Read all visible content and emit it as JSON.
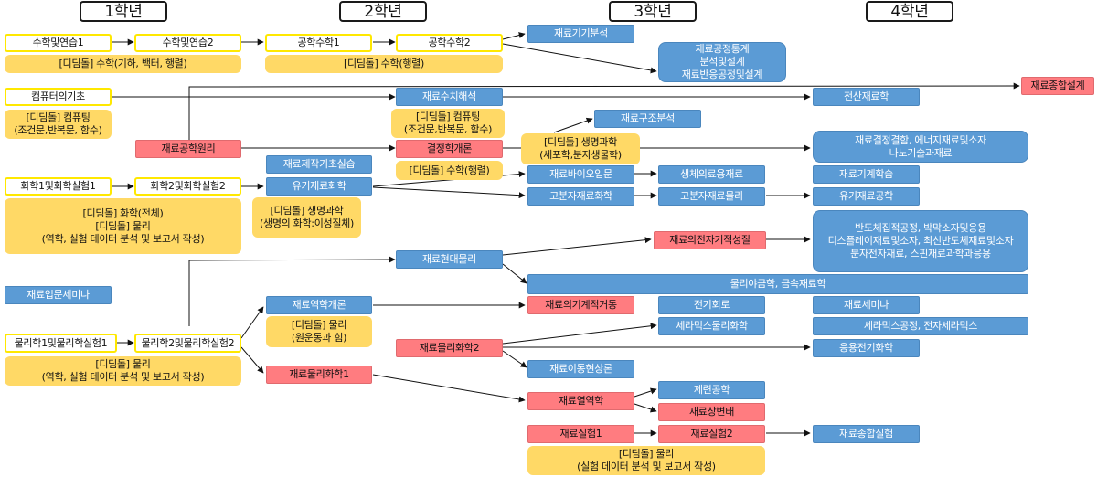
{
  "years": [
    "1학년",
    "2학년",
    "3학년",
    "4학년"
  ],
  "courses": {
    "math_practice_1": "수학및연습1",
    "math_practice_2": "수학및연습2",
    "eng_math_1": "공학수학1",
    "eng_math_2": "공학수학2",
    "materials_analysis": "재료기기분석",
    "process_stats": "재료공정통계\n분석및설계\n재료반응공정및설계",
    "computer_basics": "컴퓨터의기초",
    "numerical_analysis": "재료수치해석",
    "computational_materials": "전산재료학",
    "capstone_design": "재료종합설계",
    "materials_principles": "재료공학원리",
    "crystallography": "결정학개론",
    "structure_analysis": "재료구조분석",
    "defects_nano": "재료결정결함, 에너지재료및소자\n나노기술과재료",
    "fabrication_practice": "재료제작기초실습",
    "chem_lab_1": "화학1및화학실험1",
    "chem_lab_2": "화학2및화학실험2",
    "organic_materials": "유기재료화학",
    "bio_intro": "재료바이오입문",
    "biomedical": "생체의료용재료",
    "mechanical_learning": "재료기계학습",
    "polymer_chem": "고분자재료화학",
    "polymer_phys": "고분자재료물리",
    "organic_engineering": "유기재료공학",
    "electronic_properties": "재료의전자기적성질",
    "semiconductor_group": "반도체집적공정, 박막소자및응용\n디스플레이재료및소자, 최신반도체재료및소자\n분자전자재료, 스핀재료과학과응용",
    "modern_physics": "재료현대물리",
    "physical_metallurgy": "물리야금학, 금속재료학",
    "intro_seminar": "재료입문세미나",
    "thermo_intro": "재료역학개론",
    "mech_behavior": "재료의기계적거동",
    "electric_circuits": "전기회로",
    "seminar": "재료세미나",
    "phys_lab_1": "물리학1및물리학실험1",
    "phys_lab_2": "물리학2및물리학실험2",
    "ceramic_physchem": "세라믹스물리화학",
    "ceramic_process": "세라믹스공정, 전자세라믹스",
    "materials_physchem": "재료물리화학2",
    "applied_electrochem": "응용전기화학",
    "materials_physchem_1": "재료물리화학1",
    "transport": "재료이동현상론",
    "thermodynamics": "재료열역학",
    "smelting": "제련공학",
    "phase_transformation": "재료상변태",
    "lab_1": "재료실험1",
    "lab_2": "재료실험2",
    "integrated_lab": "재료종합실험"
  },
  "notes": {
    "math_geometry": "[디딤돌] 수학(기하, 백터, 행렬)",
    "math_matrix_2": "[디딤돌] 수학(행렬)",
    "computing_1": "[디딤돌] 컴퓨팅\n(조건문,반복문, 함수)",
    "computing_2": "[디딤돌] 컴퓨팅\n(조건문,반복문, 함수)",
    "life_science_3": "[디딤돌] 생명과학\n(세포학,분자생물학)",
    "math_matrix_3": "[디딤돌] 수학(행렬)",
    "chem_phys_1": "[디딤돌] 화학(전체)\n[디딤돌] 물리\n(역학, 실험 데이터 분석 및 보고서 작성)",
    "life_science_2": "[디딤돌] 생명과학\n(생명의 화학:이성질체)",
    "phys_report_1": "[디딤돌] 물리\n(역학, 실험 데이터 분석 및 보고서 작성)",
    "phys_circular": "[디딤돌] 물리\n(원운동과 힘)",
    "phys_lab_report_3": "[디딤돌] 물리\n(실험 데이터 분석 및 보고서 작성)"
  },
  "colors": {
    "year_border": "#1a1a1a",
    "course_year1_border": "#ffe800",
    "note_fill": "#ffd966",
    "course_blue": "#5b9bd5",
    "course_red": "#ff7c80",
    "arrow": "#111111"
  }
}
